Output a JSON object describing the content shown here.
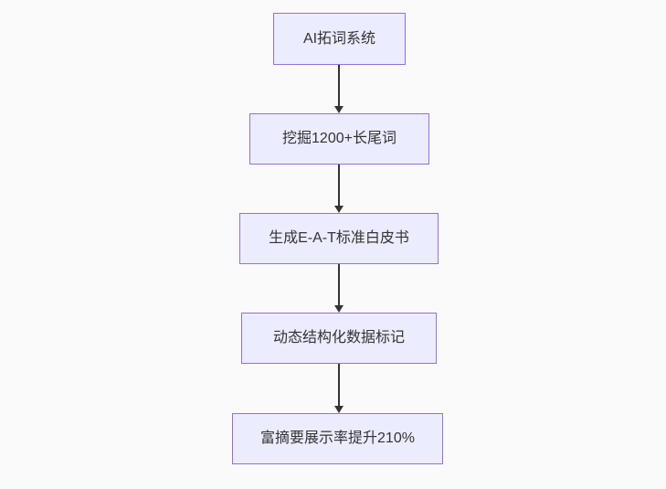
{
  "page": {
    "background_color": "#fafafa"
  },
  "diagram": {
    "type": "flowchart",
    "direction": "top-down",
    "node_fill_color": "#ECECFF",
    "node_border_color": "#9370DB",
    "node_text_color": "#333333",
    "arrow_color": "#333333",
    "nodes": [
      {
        "label": "AI拓词系统"
      },
      {
        "label": "挖掘1200+长尾词"
      },
      {
        "label": "生成E-A-T标准白皮书"
      },
      {
        "label": "动态结构化数据标记"
      },
      {
        "label": "富摘要展示率提升210%"
      }
    ],
    "edges": [
      {
        "from": 0,
        "to": 1
      },
      {
        "from": 1,
        "to": 2
      },
      {
        "from": 2,
        "to": 3
      },
      {
        "from": 3,
        "to": 4
      }
    ]
  }
}
